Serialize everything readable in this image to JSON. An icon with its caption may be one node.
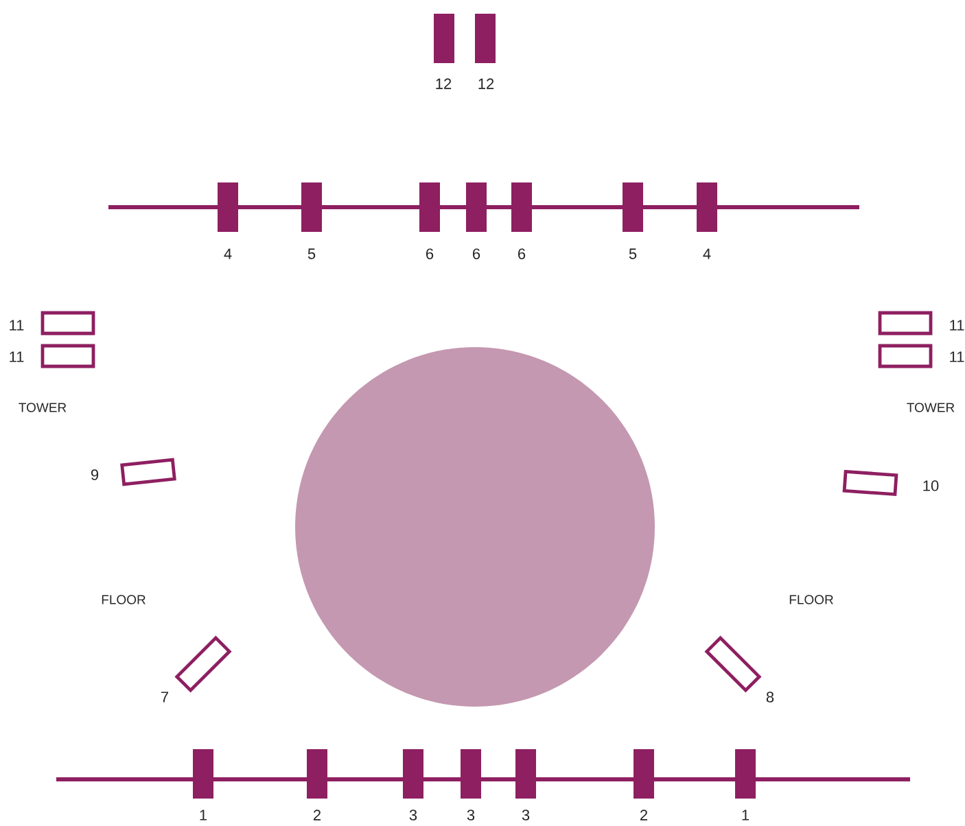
{
  "diagram": {
    "nodes": [
      {
        "text": [],
        "shape": "circle"
      }
    ],
    "labels": [
      "12",
      "12",
      "4",
      "5",
      "6",
      "6",
      "6",
      "5",
      "4",
      "11",
      "11",
      "11",
      "11",
      "TOWER",
      "TOWER",
      "9",
      "10",
      "FLOOR",
      "FLOOR",
      "7",
      "8",
      "1",
      "2",
      "3",
      "3",
      "3",
      "2",
      "1"
    ]
  }
}
